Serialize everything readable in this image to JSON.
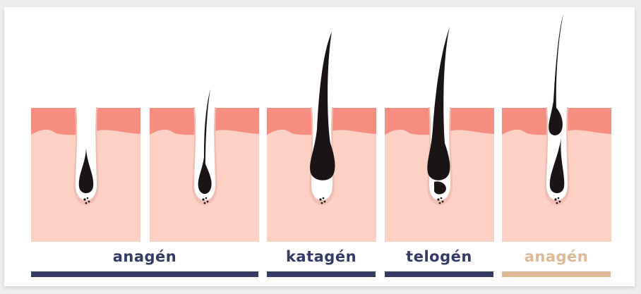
{
  "title": "Hair growth cycle",
  "phases": [
    {
      "label": "anagén",
      "color": "#343b66"
    },
    {
      "label": "katagén",
      "color": "#343b66"
    },
    {
      "label": "telogén",
      "color": "#343b66"
    },
    {
      "label": "anagén",
      "color": "#dfb995"
    }
  ],
  "colors": {
    "epidermis": "#f58e80",
    "dermis": "#fdd0c6",
    "hair": "#1a1415",
    "papilla": "#efbfb5"
  }
}
